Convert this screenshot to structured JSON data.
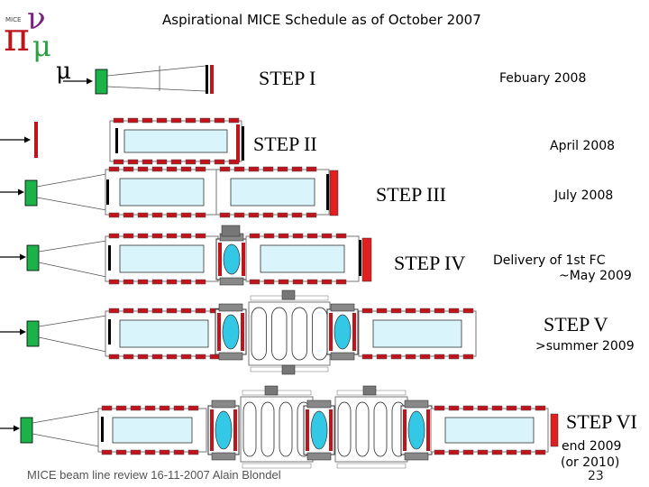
{
  "title": "Aspirational MICE Schedule as of October 2007",
  "muon_label": "μ",
  "logo": {
    "letters": [
      "π",
      "ν",
      "μ"
    ],
    "small_text": "MICE"
  },
  "stages": [
    {
      "step": "STEP I",
      "date": "Febuary 2008"
    },
    {
      "step": "STEP II",
      "date": "April 2008"
    },
    {
      "step": "STEP III",
      "date": "July 2008"
    },
    {
      "step": "STEP IV",
      "date_lines": [
        "Delivery of 1st FC",
        "~May 2009"
      ]
    },
    {
      "step": "STEP V",
      "date": ">summer 2009"
    },
    {
      "step": "STEP VI",
      "date_lines": [
        "end 2009",
        "(or 2010)"
      ]
    }
  ],
  "footer": "MICE beam line review 16-11-2007 Alain Blondel",
  "page_number": "23",
  "colors": {
    "beam_red": "#c0141c",
    "detector_green": "#1bb24a",
    "absorber_cyan": "#32c8e6",
    "tracker_fill": "#d9f4fb",
    "magnet_red": "#e02020"
  }
}
